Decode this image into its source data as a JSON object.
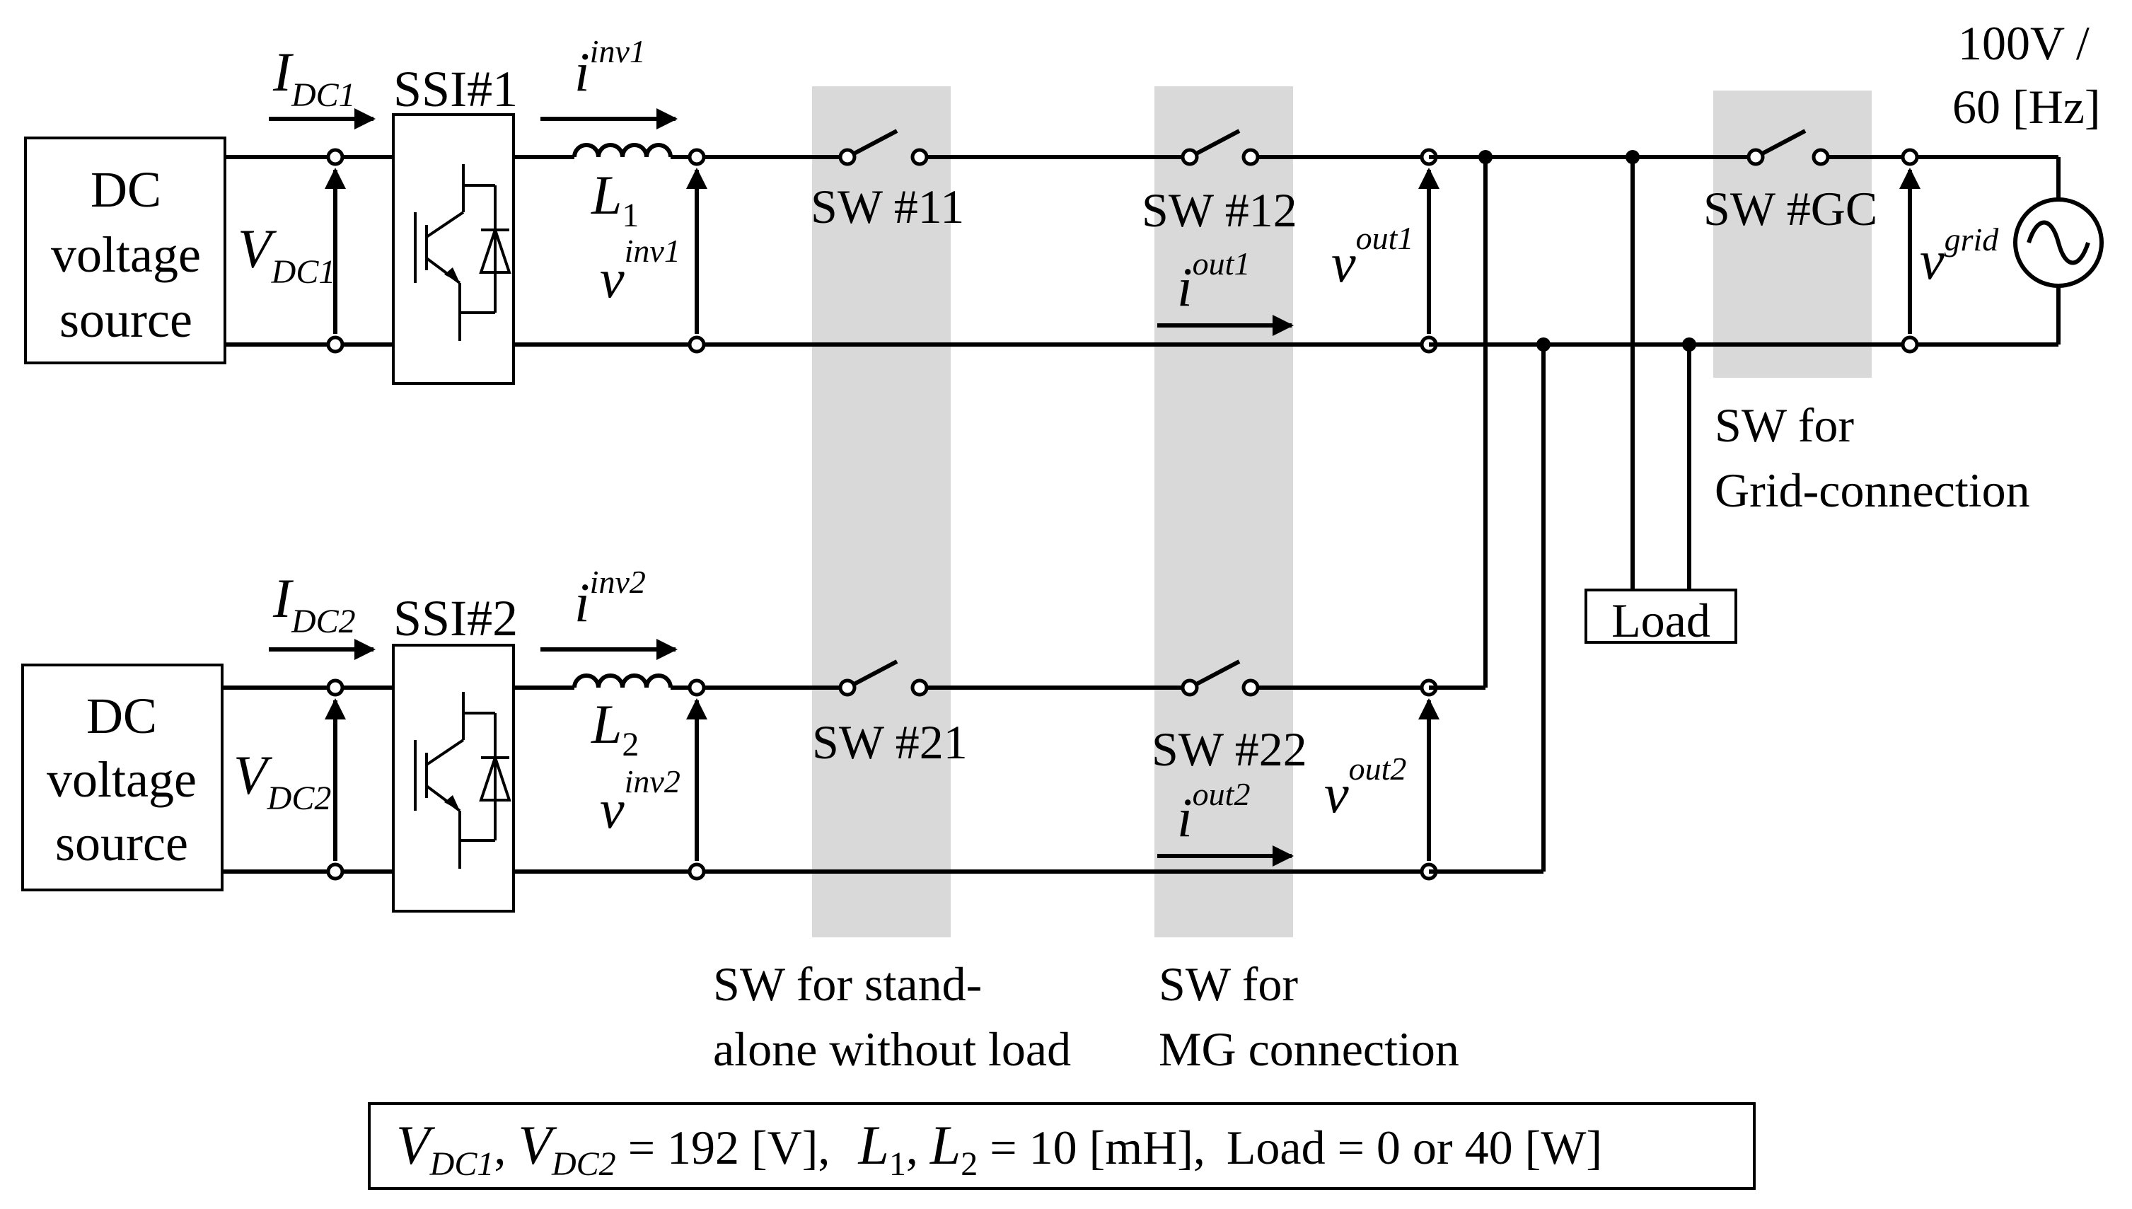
{
  "source_label": [
    "DC",
    "voltage",
    "source"
  ],
  "inverters": [
    {
      "name": "SSI#1",
      "i_dc_sym": "I",
      "i_dc_sub": "DC1",
      "v_dc_sym": "V",
      "v_dc_sub": "DC1",
      "i_inv_sym": "i",
      "i_inv_sup": "inv1",
      "v_inv_sym": "v",
      "v_inv_sup": "inv1",
      "L_sym": "L",
      "L_sub": "1",
      "sw_a": "SW #11",
      "sw_b": "SW #12",
      "i_out_sym": "i",
      "i_out_sup": "out1",
      "v_out_sym": "v",
      "v_out_sup": "out1"
    },
    {
      "name": "SSI#2",
      "i_dc_sym": "I",
      "i_dc_sub": "DC2",
      "v_dc_sym": "V",
      "v_dc_sub": "DC2",
      "i_inv_sym": "i",
      "i_inv_sup": "inv2",
      "v_inv_sym": "v",
      "v_inv_sup": "inv2",
      "L_sym": "L",
      "L_sub": "2",
      "sw_a": "SW #21",
      "sw_b": "SW #22",
      "i_out_sym": "i",
      "i_out_sup": "out2",
      "v_out_sym": "v",
      "v_out_sup": "out2"
    }
  ],
  "grid": {
    "switch": "SW #GC",
    "v_sym": "v",
    "v_sup": "grid",
    "rating_line1": "100V /",
    "rating_line2": "60 [Hz]"
  },
  "load_label": "Load",
  "annotations": {
    "standalone": [
      "SW for stand-",
      "alone without load"
    ],
    "mg": [
      "SW for",
      "MG connection"
    ],
    "grid": [
      "SW for",
      "Grid-connection"
    ]
  },
  "parameters": {
    "v_sym_1": "V",
    "v_sub_1": "DC1",
    "comma_1": ", ",
    "v_sym_2": "V",
    "v_sub_2": "DC2",
    "v_value": " = 192 [V],",
    "l_sym_1": "L",
    "l_sub_1": "1",
    "comma_2": ", ",
    "l_sym_2": "L",
    "l_sub_2": "2",
    "l_value": " = 10 [mH],",
    "load_text": "Load = 0 or 40 [W]"
  }
}
